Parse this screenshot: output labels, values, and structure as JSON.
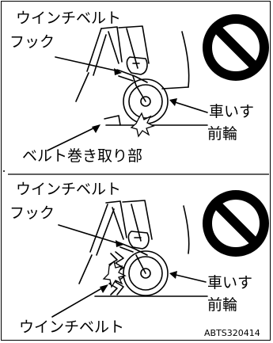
{
  "figure_id": "ABTS320414",
  "top_panel": {
    "hook_label_line1": "ウインチベルト",
    "hook_label_line2": "フック",
    "wheel_label_line1": "車いす",
    "wheel_label_line2": "前輪",
    "retractor_label": "ベルト巻き取り部",
    "prohibition_icon": "prohibited-icon"
  },
  "bottom_panel": {
    "hook_label_line1": "ウインチベルト",
    "hook_label_line2": "フック",
    "wheel_label_line1": "車いす",
    "wheel_label_line2": "前輪",
    "belt_label": "ウインチベルト",
    "prohibition_icon": "prohibited-icon"
  }
}
